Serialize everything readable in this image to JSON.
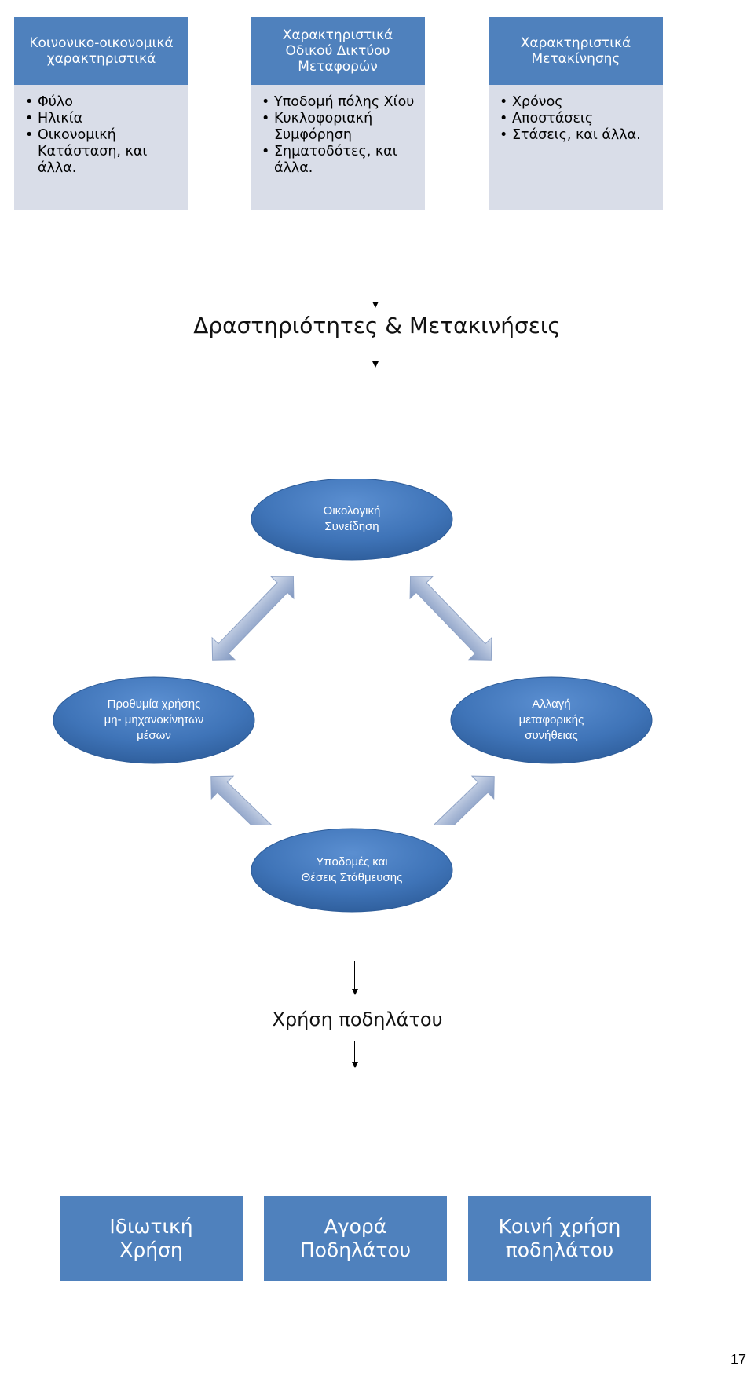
{
  "top_boxes": [
    {
      "title": "Κοινονικο-οικονομικά\nχαρακτηριστικά",
      "items": [
        "Φύλο",
        "Ηλικία",
        "Οικονομική Κατάσταση, και άλλα."
      ]
    },
    {
      "title": "Χαρακτηριστικά\nΟδικού Δικτύου\nΜεταφορών",
      "items": [
        "Υποδομή πόλης Χίου",
        "Κυκλοφοριακή Συμφόρηση",
        "Σηματοδότες, και άλλα."
      ]
    },
    {
      "title": "Χαρακτηριστικά\nΜετακίνησης",
      "items": [
        "Χρόνος",
        "Αποστάσεις",
        "Στάσεις, και άλλα."
      ]
    }
  ],
  "activities_label": "Δραστηριότητες & Μετακινήσεις",
  "cycle": {
    "top": "Οικολογική\nΣυνείδηση",
    "left": "Προθυμία χρήσης\nμη- μηχανοκίνητων\nμέσων",
    "right": "Αλλαγή\nμεταφορικής\nσυνήθειας",
    "bottom": "Υποδομές και\nΘέσεις Στάθμευσης"
  },
  "bicycle_label": "Χρήση ποδηλάτου",
  "bottom_boxes": [
    "Ιδιωτική\nΧρήση",
    "Αγορά\nΠοδηλάτου",
    "Κοινή χρήση\nποδηλάτου"
  ],
  "page_number": "17",
  "colors": {
    "box_header": "#4f81bd",
    "box_body": "#d9dde8",
    "ellipse": "#3f74b8"
  }
}
